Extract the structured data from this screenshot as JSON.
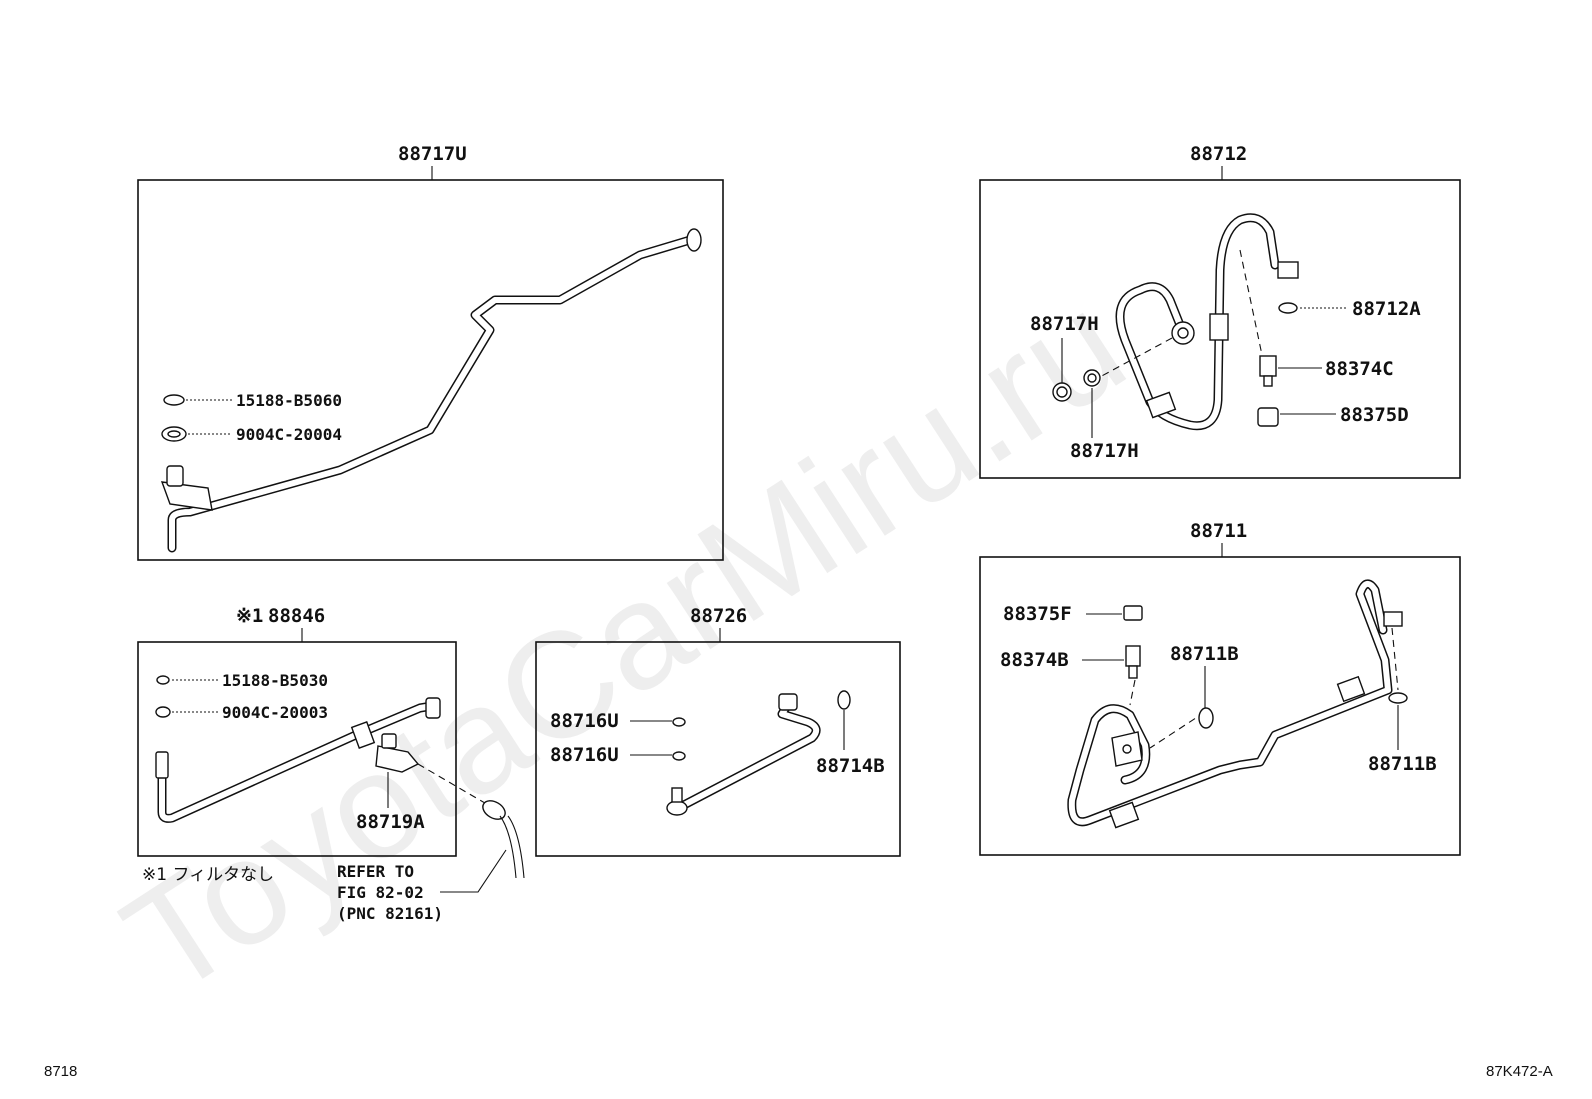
{
  "watermark": "ToyotaCarMiru.ru",
  "groups": {
    "g88717u": {
      "title": "88717U",
      "parts": [
        "15188-B5060",
        "9004C-20004"
      ]
    },
    "g88712": {
      "title": "88712",
      "parts": [
        "88717H",
        "88717H",
        "88712A",
        "88374C",
        "88375D"
      ]
    },
    "g88846": {
      "title": "88846",
      "prefix": "※1",
      "parts": [
        "15188-B5030",
        "9004C-20003",
        "88719A"
      ]
    },
    "g88726": {
      "title": "88726",
      "parts": [
        "88716U",
        "88716U",
        "88714B"
      ]
    },
    "g88711": {
      "title": "88711",
      "parts": [
        "88375F",
        "88374B",
        "88711B",
        "88711B"
      ]
    }
  },
  "note": "※1 フィルタなし",
  "refer": {
    "line1": "REFER TO",
    "line2": "FIG 82-02",
    "line3": "(PNC 82161)"
  },
  "footer": {
    "left": "8718",
    "right": "87K472-A"
  }
}
